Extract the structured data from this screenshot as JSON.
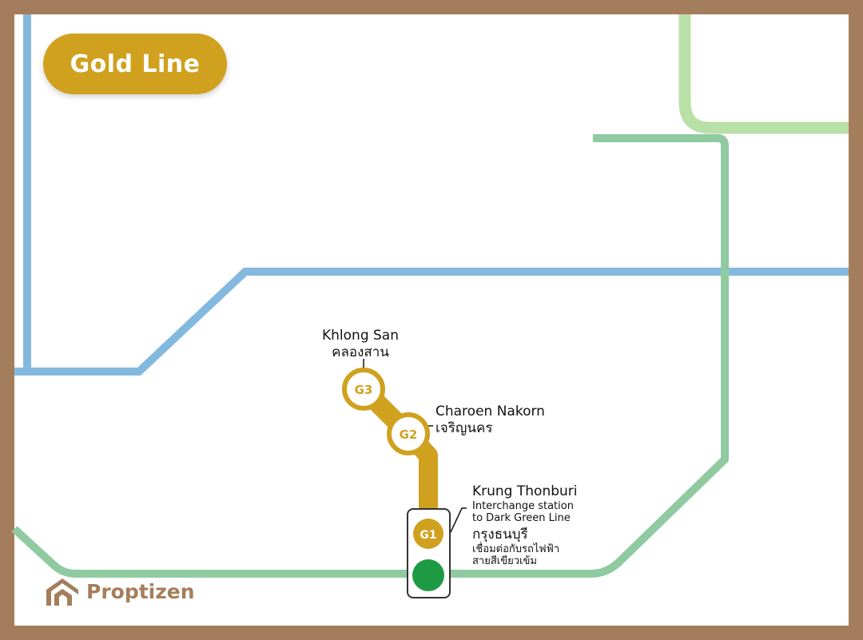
{
  "title": "Gold Line",
  "colors": {
    "frame": "#a47e5c",
    "gold": "#d0a11e",
    "blue_line": "#84b9df",
    "dark_green_line": "#8fcaa1",
    "light_green_line": "#b9e0a7",
    "dark_green_station": "#1e9a45"
  },
  "stations": [
    {
      "code": "G3",
      "name_en": "Khlong San",
      "name_th": "คลองสาน"
    },
    {
      "code": "G2",
      "name_en": "Charoen Nakorn",
      "name_th": "เจริญนคร"
    },
    {
      "code": "G1",
      "name_en": "Krung Thonburi",
      "note_en_1": "Interchange station",
      "note_en_2": "to Dark Green Line",
      "name_th": "กรุงธนบุรี",
      "note_th_1": "เชื่อมต่อกับรถไฟฟ้า",
      "note_th_2": "สายสีเขียวเข้ม"
    }
  ],
  "brand": {
    "name": "Proptizen",
    "icon": "proptizen-logo-icon"
  }
}
